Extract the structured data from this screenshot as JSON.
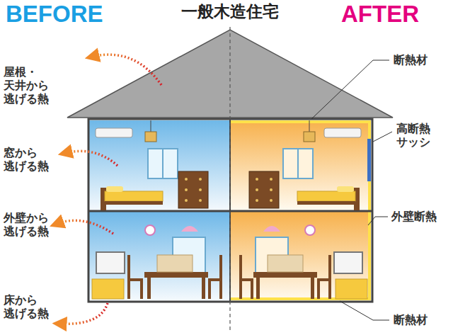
{
  "diagram": {
    "title": "一般木造住宅",
    "labels": [
      "BEFORE",
      "AFTER",
      "屋根・天井から 逃げる熱",
      "窓から 逃げる熱",
      "外壁から 逃げる熱",
      "床から 逃げる熱",
      "断熱材",
      "高断熱 サッシ",
      "外壁断熱",
      "断熱材"
    ]
  }
}
